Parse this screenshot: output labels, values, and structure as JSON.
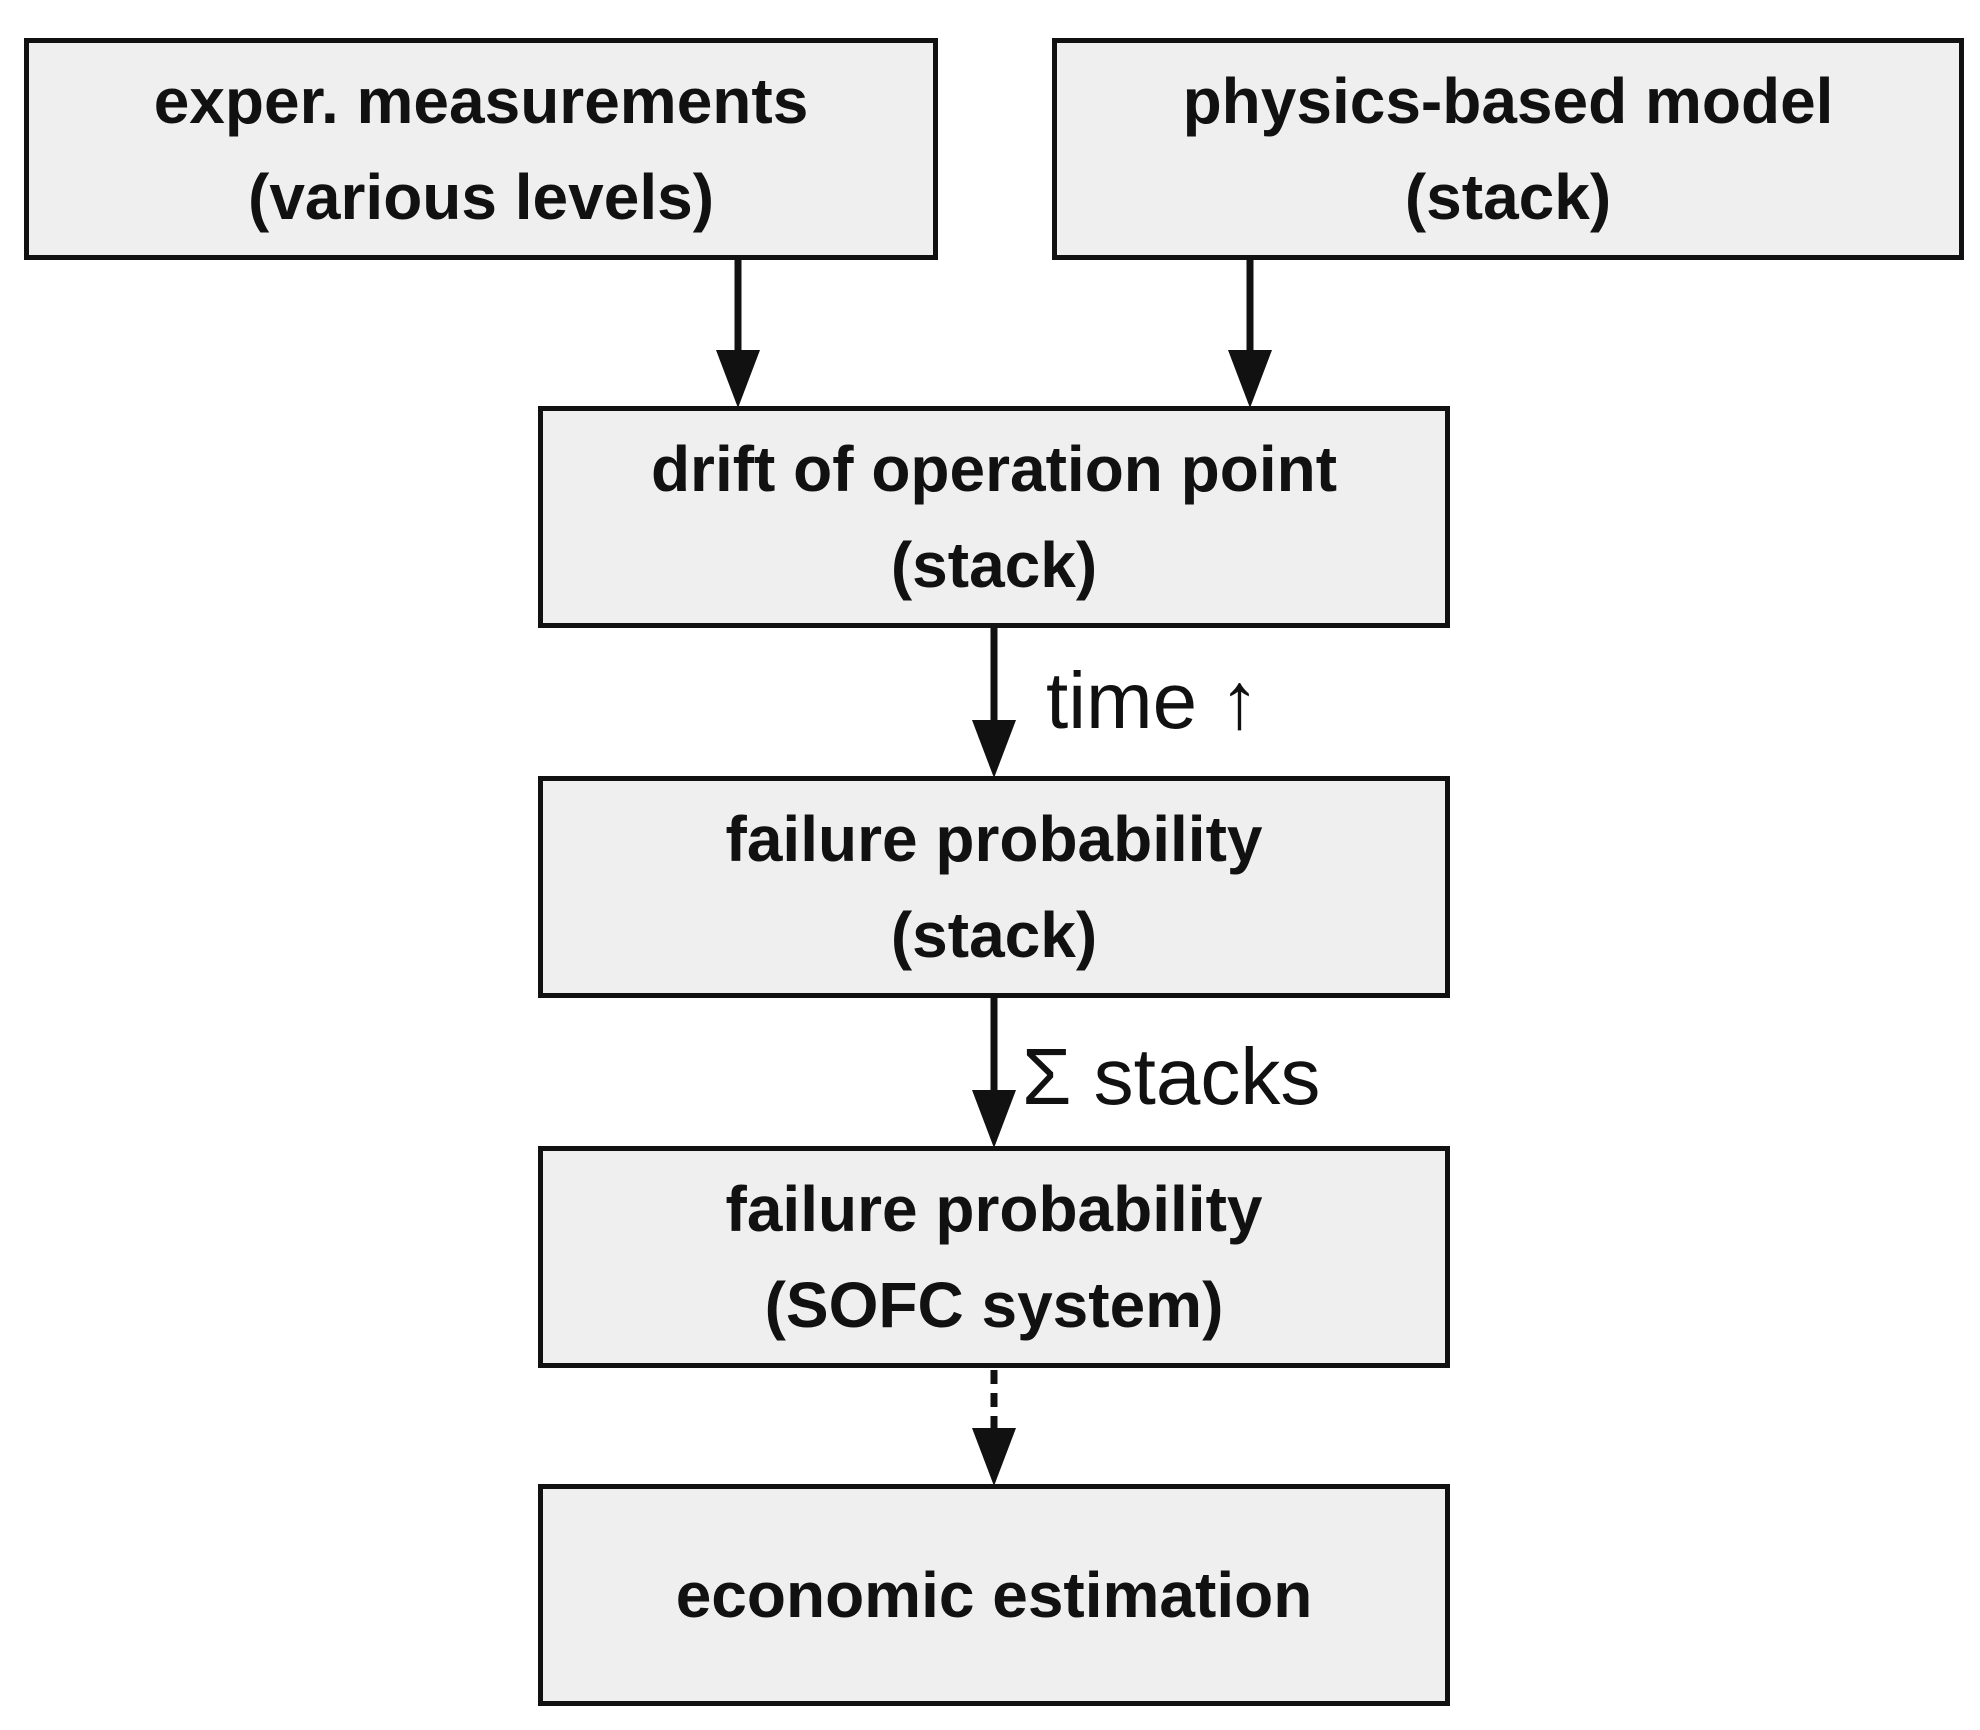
{
  "diagram": {
    "nodes": {
      "measurements": {
        "line1": "exper. measurements",
        "line2": "(various levels)"
      },
      "model": {
        "line1": "physics-based model",
        "line2": "(stack)"
      },
      "drift": {
        "line1": "drift of operation point",
        "line2": "(stack)"
      },
      "failure_stack": {
        "line1": "failure probability",
        "line2": "(stack)"
      },
      "failure_system": {
        "line1": "failure probability",
        "line2": "(SOFC system)"
      },
      "economic": {
        "line1": "economic estimation"
      }
    },
    "edge_labels": {
      "time": "time ↑",
      "stacks": "Σ stacks"
    }
  }
}
